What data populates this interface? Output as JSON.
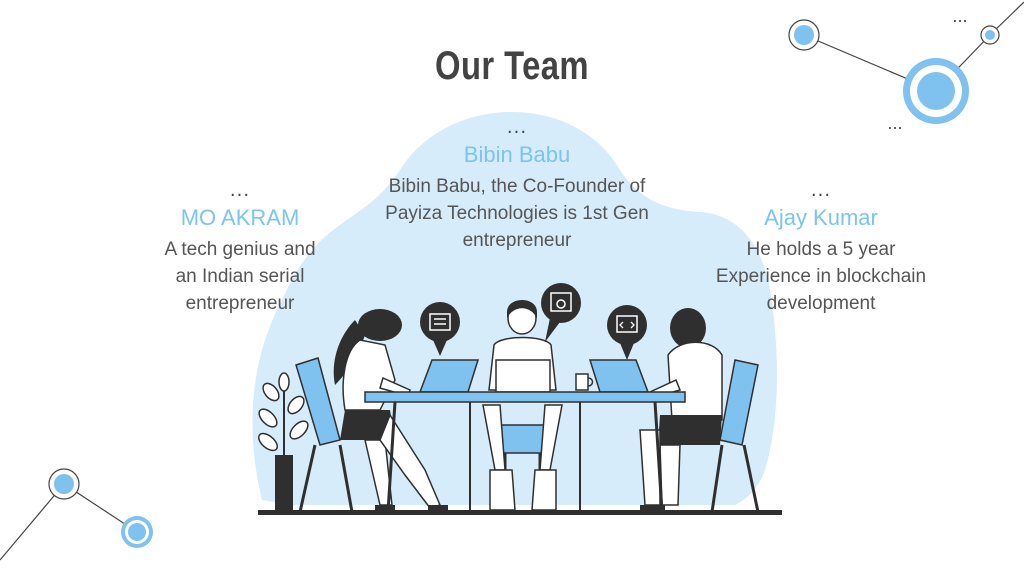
{
  "slide": {
    "title": "Our Team"
  },
  "members": [
    {
      "dots": "...",
      "name": "MO AKRAM",
      "description": [
        "A tech genius and",
        "an Indian serial",
        "entrepreneur"
      ]
    },
    {
      "dots": "...",
      "name": "Bibin Babu",
      "description": [
        "Bibin Babu, the Co-Founder of",
        "Payiza Technologies is 1st Gen",
        "entrepreneur"
      ]
    },
    {
      "dots": "...",
      "name": "Ajay Kumar",
      "description": [
        "He holds a 5 year",
        "Experience in blockchain",
        "development"
      ]
    }
  ],
  "decorations": {
    "corner_dots_top": "...",
    "corner_dots_mid": "..."
  },
  "colors": {
    "title": "#434343",
    "name_accent": "#7cc4ee",
    "blob": "#d6ecfb",
    "accent_blue": "#7fc1ef",
    "dark": "#2f2f2f"
  },
  "icons": [
    "document-icon",
    "gear-icon",
    "code-icon"
  ]
}
